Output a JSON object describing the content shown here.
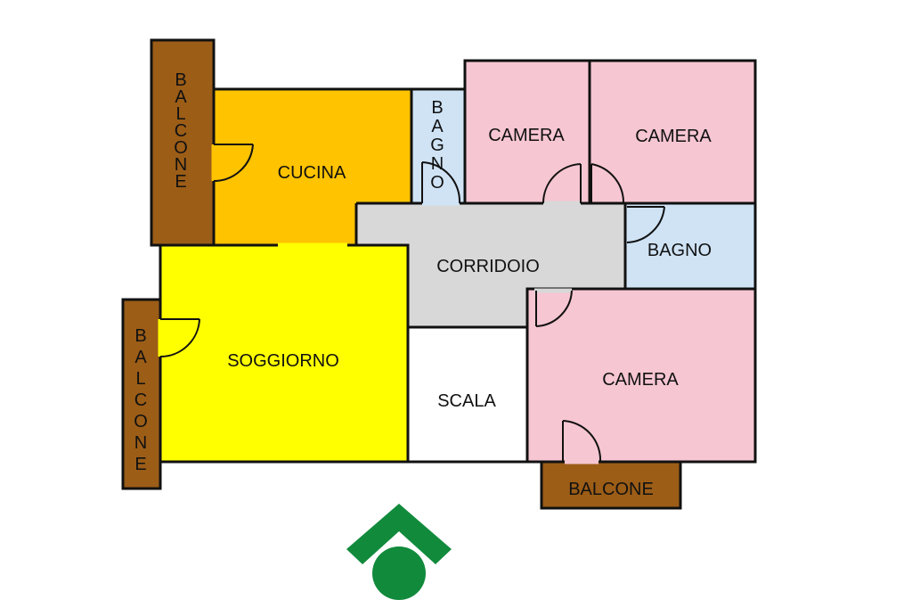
{
  "colors": {
    "balcone": "#9c5d17",
    "cucina": "#ffc300",
    "soggiorno": "#ffff00",
    "corridoio": "#d8d8d8",
    "bagno": "#cfe3f5",
    "camera": "#f6c6d2",
    "scala": "#ffffff",
    "wall": "#111111",
    "logo": "#118a3c"
  },
  "rooms": {
    "balcone_top_left": "BALCONE",
    "cucina": "CUCINA",
    "bagno_small": "BAGNO",
    "camera_top_left": "CAMERA",
    "camera_top_right": "CAMERA",
    "corridoio": "CORRIDOIO",
    "bagno_right": "BAGNO",
    "balcone_mid_left": "BALCONE",
    "soggiorno": "SOGGIORNO",
    "scala": "SCALA",
    "camera_bottom": "CAMERA",
    "balcone_bottom": "BALCONE"
  },
  "logo_icon": "agency-house-logo-icon"
}
